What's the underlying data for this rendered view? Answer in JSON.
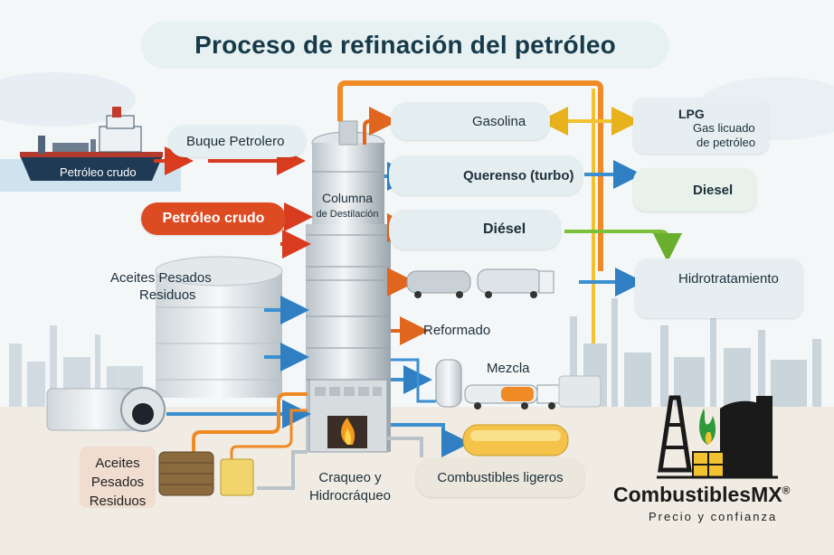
{
  "title": "Proceso de refinación del petróleo",
  "ship": {
    "label": "Buque Petrolero",
    "hull_text": "Petróleo crudo"
  },
  "crude_label": "Petróleo crudo",
  "column": {
    "line1": "Columna",
    "line2": "de Destilación"
  },
  "products": {
    "gasolina": "Gasolina",
    "querenso": "Querenso (turbo)",
    "diesel": "Diésel",
    "reformado": "Reformado",
    "mezcla": "Mezcla",
    "combustibles_ligeros": "Combustibles ligeros"
  },
  "lpg": {
    "title": "LPG",
    "line1": "Gas licuado",
    "line2": "de petróleo"
  },
  "diesel_right": "Diesel",
  "hidrotratamiento": "Hidrotratamiento",
  "heavy_top": {
    "line1": "Aceites Pesados",
    "line2": "Residuos"
  },
  "heavy_bottom": {
    "line1": "Aceites",
    "line2": "Pesados",
    "line3": "Residuos"
  },
  "cracking": {
    "line1": "Craqueo y",
    "line2": "Hidrocráqueo"
  },
  "brand": {
    "name": "Combustibles",
    "suffix": "MX",
    "mark": "®",
    "tagline": "Precio y confianza"
  },
  "colors": {
    "orange_pipe": "#f08a24",
    "blue_pipe": "#3c8fd0",
    "green_pipe": "#7cbf3a",
    "yellow_pipe": "#f2c230",
    "red_pill": "#dd4b23"
  }
}
